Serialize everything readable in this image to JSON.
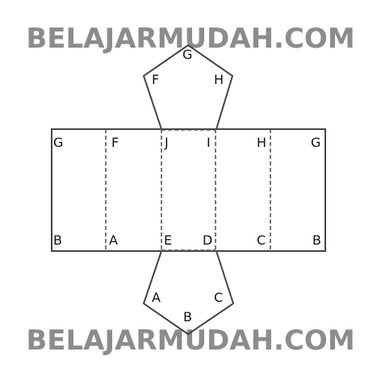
{
  "watermark": {
    "top_text": "BELAJARMUDAH.COM",
    "bottom_text": "BELAJARMUDAH.COM"
  },
  "diagram": {
    "top_pentagon_labels": {
      "apex": "G",
      "left": "F",
      "right": "H"
    },
    "rect_top_labels": [
      "G",
      "F",
      "J",
      "I",
      "H",
      "G"
    ],
    "rect_bottom_labels": [
      "B",
      "A",
      "E",
      "D",
      "C",
      "B"
    ],
    "bottom_pentagon_labels": {
      "left": "A",
      "right": "C",
      "apex": "B"
    }
  },
  "colors": {
    "watermark": "#8c8c8c",
    "lines": "#444444"
  }
}
